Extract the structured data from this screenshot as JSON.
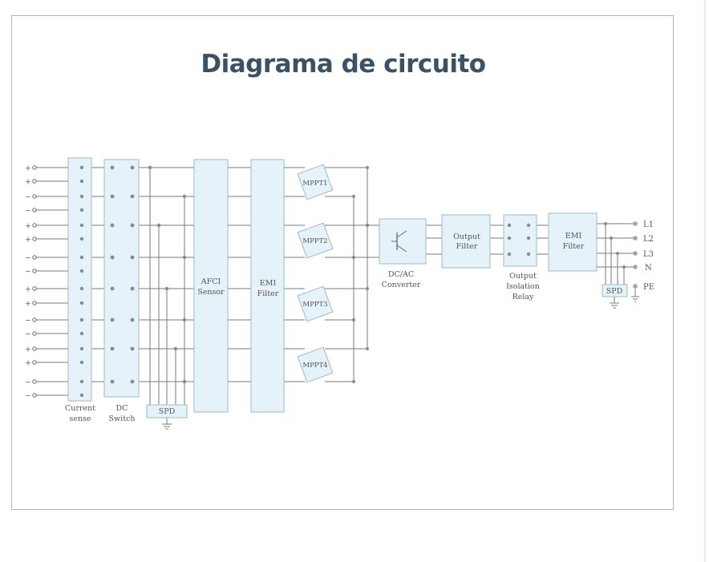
{
  "title": "Diagrama de circuito",
  "diagram": {
    "inputs": [
      {
        "sign": "+"
      },
      {
        "sign": "+"
      },
      {
        "sign": "−"
      },
      {
        "sign": "−"
      },
      {
        "sign": "+"
      },
      {
        "sign": "+"
      },
      {
        "sign": "−"
      },
      {
        "sign": "−"
      },
      {
        "sign": "+"
      },
      {
        "sign": "+"
      },
      {
        "sign": "−"
      },
      {
        "sign": "−"
      },
      {
        "sign": "+"
      },
      {
        "sign": "+"
      },
      {
        "sign": "−"
      },
      {
        "sign": "−"
      }
    ],
    "labels": {
      "current_sense_1": "Current",
      "current_sense_2": "sense",
      "dc_switch_1": "DC",
      "dc_switch_2": "Switch",
      "spd_left": "SPD",
      "afci_1": "AFCI",
      "afci_2": "Sensor",
      "emi_1": "EMI",
      "emi_2": "Filter",
      "mppt1": "MPPT1",
      "mppt2": "MPPT2",
      "mppt3": "MPPT3",
      "mppt4": "MPPT4",
      "dcac_1": "DC/AC",
      "dcac_2": "Converter",
      "outfilter_1": "Output",
      "outfilter_2": "Filter",
      "relay_1": "Output",
      "relay_2": "Isolation",
      "relay_3": "Relay",
      "emi_out_1": "EMI",
      "emi_out_2": "Filter",
      "spd_right": "SPD",
      "l1": "L1",
      "l2": "L2",
      "l3": "L3",
      "n": "N",
      "pe": "PE"
    },
    "colors": {
      "line": "#7a7a7a",
      "block_fill": "#e6f2f9",
      "block_stroke": "#9eb9ca",
      "sign": "#4a90c8",
      "title": "#3d5165"
    }
  }
}
